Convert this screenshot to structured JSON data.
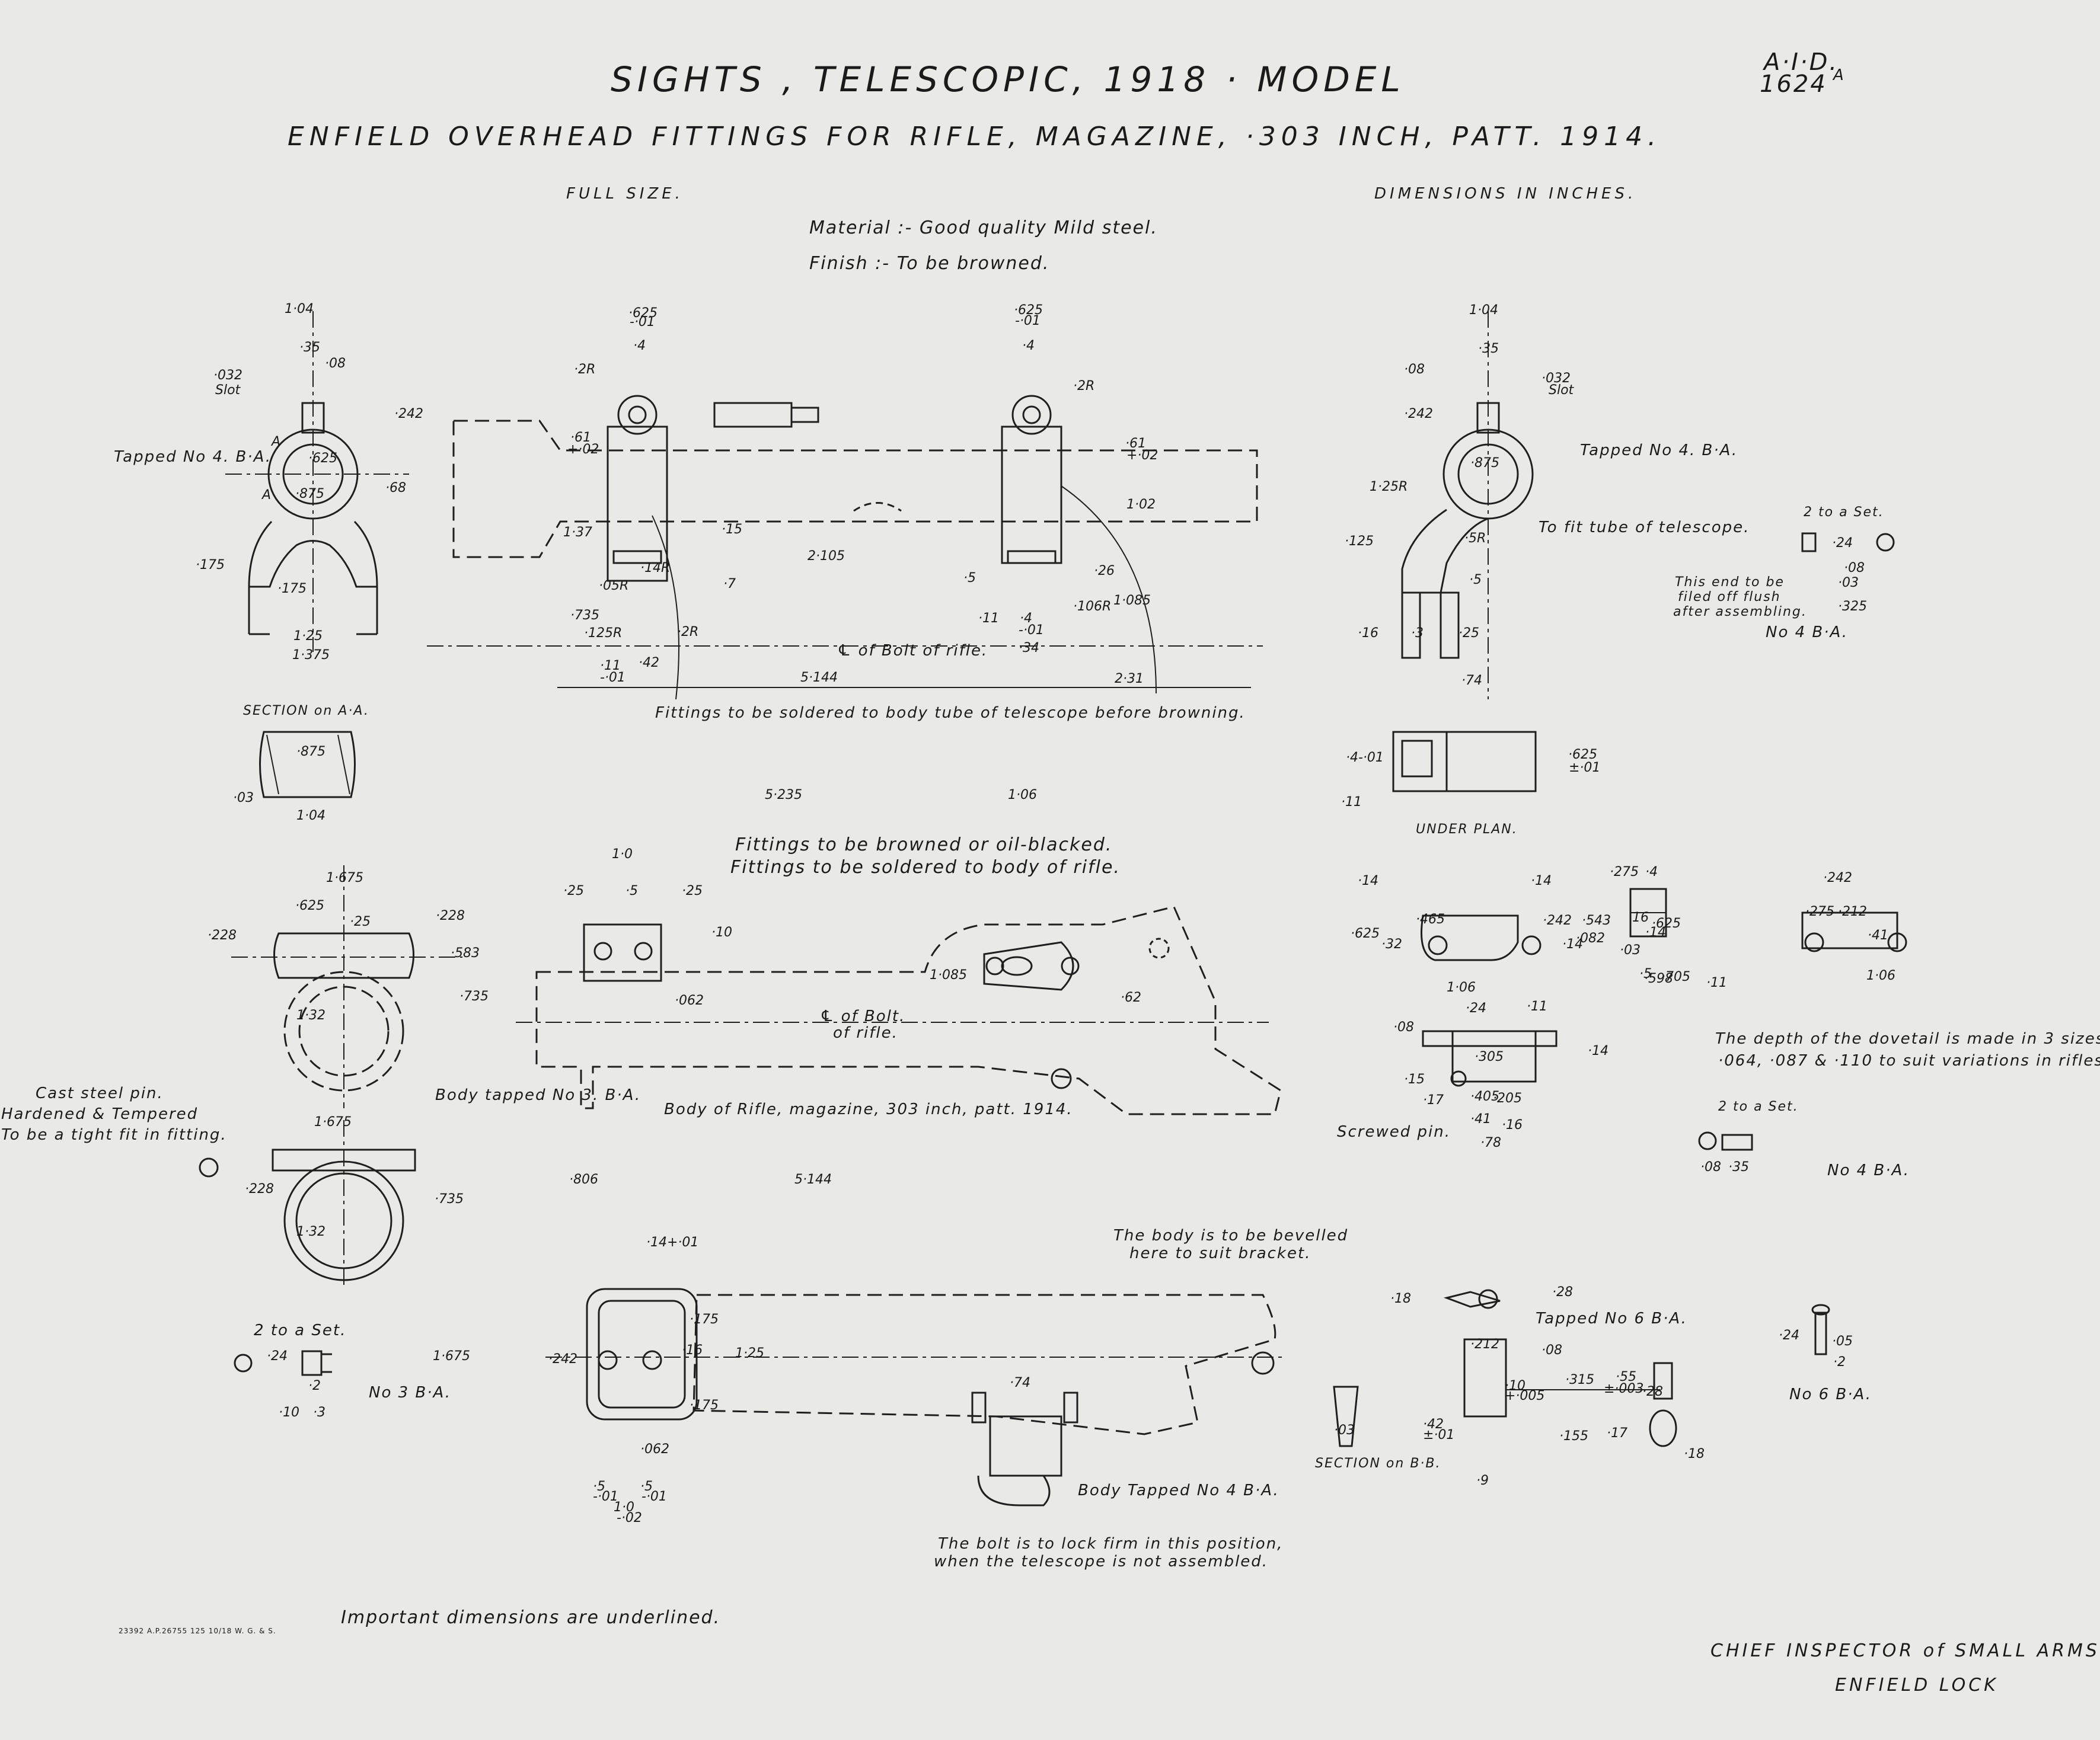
{
  "header": {
    "title": "SIGHTS , TELESCOPIC, 1918 · MODEL",
    "subtitle": "ENFIELD OVERHEAD FITTINGS FOR RIFLE, MAGAZINE, ·303 INCH, PATT. 1914.",
    "reference_top": "A·I·D.",
    "reference_bottom": "1624",
    "reference_suffix": "A",
    "scale_note": "FULL SIZE.",
    "units_note": "DIMENSIONS IN INCHES.",
    "material": "Material :- Good quality Mild steel.",
    "finish": "Finish :- To be browned."
  },
  "notes": {
    "section_aa": "SECTION on A·A.",
    "solder_telescope": "Fittings to be soldered to body tube of telescope before browning.",
    "brown_fittings": "Fittings to be browned or oil-blacked.",
    "solder_rifle": "Fittings to be soldered to body of rifle.",
    "body_tapped_3": "Body tapped No 3. B·A.",
    "bolt_centre_1": "℄ of Bolt.",
    "bolt_centre_2": "of rifle.",
    "bolt_of_rifle": "℄ of Bolt of rifle.",
    "rifle_body": "Body of Rifle, magazine, 303 inch, patt. 1914.",
    "cast_pin_1": "Cast steel pin.",
    "cast_pin_2": "Hardened & Tempered",
    "cast_pin_3": "To be a tight fit in fitting.",
    "tapped_no4_left": "Tapped No 4. B·A.",
    "tapped_no4_right": "Tapped No 4. B·A.",
    "fit_tube": "To fit tube of telescope.",
    "two_set_1": "2 to a Set.",
    "end_filed_1": "This end to be",
    "end_filed_2": "filed off flush",
    "end_filed_3": "after assembling.",
    "no4_ba_1": "No 4 B·A.",
    "under_plan": "UNDER PLAN.",
    "dovetail_1": "The depth of the dovetail is made in 3 sizes,",
    "dovetail_2": "·064, ·087 & ·110 to suit variations in rifles.",
    "screwed_pin": "Screwed pin.",
    "two_set_2": "2 to a Set.",
    "no4_ba_2": "No 4 B·A.",
    "two_set_3": "2 to a Set.",
    "no3_ba": "No 3 B·A.",
    "bevel_1": "The body is to be bevelled",
    "bevel_2": "here to suit bracket.",
    "body_tapped_4": "Body Tapped No 4 B·A.",
    "bolt_lock_1": "The bolt is to lock firm in this position,",
    "bolt_lock_2": "when the telescope is not assembled.",
    "tapped_no6": "Tapped No 6 B·A.",
    "section_bb": "SECTION on B·B.",
    "no6_ba": "No 6 B·A.",
    "important": "Important dimensions are underlined.",
    "print_code": "23392 A.P.26755 125 10/18 W. G. & S."
  },
  "signature": {
    "line1": "CHIEF INSPECTOR of SMALL ARMS",
    "line2": "ENFIELD LOCK"
  },
  "dimensions": {
    "v1": [
      "1·04",
      "·35",
      "·08",
      "·032",
      "Slot",
      "·242",
      "·625",
      "·875",
      "·68",
      "·175",
      "·175",
      "1·25",
      "1·375",
      "A",
      "A"
    ],
    "v2": [
      "·625",
      "-·01",
      "·4",
      "·2R",
      "·61",
      "+·02",
      "1·37",
      "·15",
      "·7",
      "2·105",
      "·735",
      "·125R",
      "·05R",
      "·14R",
      "·2R",
      "·11",
      "-·01",
      "·42"
    ],
    "v3": [
      "·625",
      "-·01",
      "·4",
      "·2R",
      "·61",
      "+·02",
      "1·02",
      "·5",
      "·26",
      "·11",
      "·4",
      "-·01",
      "·34",
      "·106R",
      "1·085",
      "5·144",
      "2·31"
    ],
    "v4": [
      "1·04",
      "·35",
      "·08",
      "·032",
      "Slot",
      "·242",
      "·875",
      "1·25R",
      "·5R",
      "·125",
      "·5",
      "·16",
      "·3",
      "·25",
      "·74",
      "·4-·01",
      "·11",
      "·625",
      "±·01"
    ],
    "v5": [
      "·875",
      "·03",
      "1·04"
    ],
    "v6": [
      "1·675",
      "·625",
      "·25",
      "·228",
      "·228",
      "·583",
      "·735",
      "1·32"
    ],
    "v7": [
      "1·675",
      "·228",
      "·735",
      "1·32"
    ],
    "v8": [
      "5·235",
      "1·06",
      "1·0",
      "·25",
      "·5",
      "·25",
      "·10",
      "·062",
      "1·085",
      "·62"
    ],
    "v9": [
      "·806",
      "5·144",
      "·14+·01",
      "·175",
      "·242",
      "·16",
      "1·25",
      "·175",
      "·74",
      "1·675",
      "·5",
      "-·01",
      "·5",
      "-·01",
      "·062",
      "1·0",
      "-·02"
    ],
    "v10": [
      "·24",
      "·2",
      "·10",
      "·3"
    ],
    "v11": [
      "·14",
      "·14",
      "·465",
      "·625",
      "·32",
      "·242",
      "·14",
      "·543",
      "·082",
      "·275",
      "·4",
      "·16",
      "·625",
      "·14",
      "·03",
      "·5",
      "·598",
      "·705",
      "·11",
      "·242",
      "·275",
      "·212",
      "·41",
      "1·06"
    ],
    "v12": [
      "1·06",
      "·24",
      "·08",
      "·11",
      "·305",
      "·14",
      "·15",
      "·17",
      "·405",
      "·205",
      "·41",
      "·78",
      "·16"
    ],
    "v13": [
      "·24",
      "·08",
      "·03",
      "·325"
    ],
    "v14": [
      "·08",
      "·35"
    ],
    "v15": [
      "·18",
      "·28",
      "·212",
      "·08",
      "·10",
      "+·005",
      "·315",
      "·55",
      "±·003",
      "·28",
      "·42",
      "±·01",
      "·155",
      "·17",
      "·9",
      "·18",
      "·03"
    ],
    "v16": [
      "·24",
      "·05",
      "·2"
    ]
  }
}
